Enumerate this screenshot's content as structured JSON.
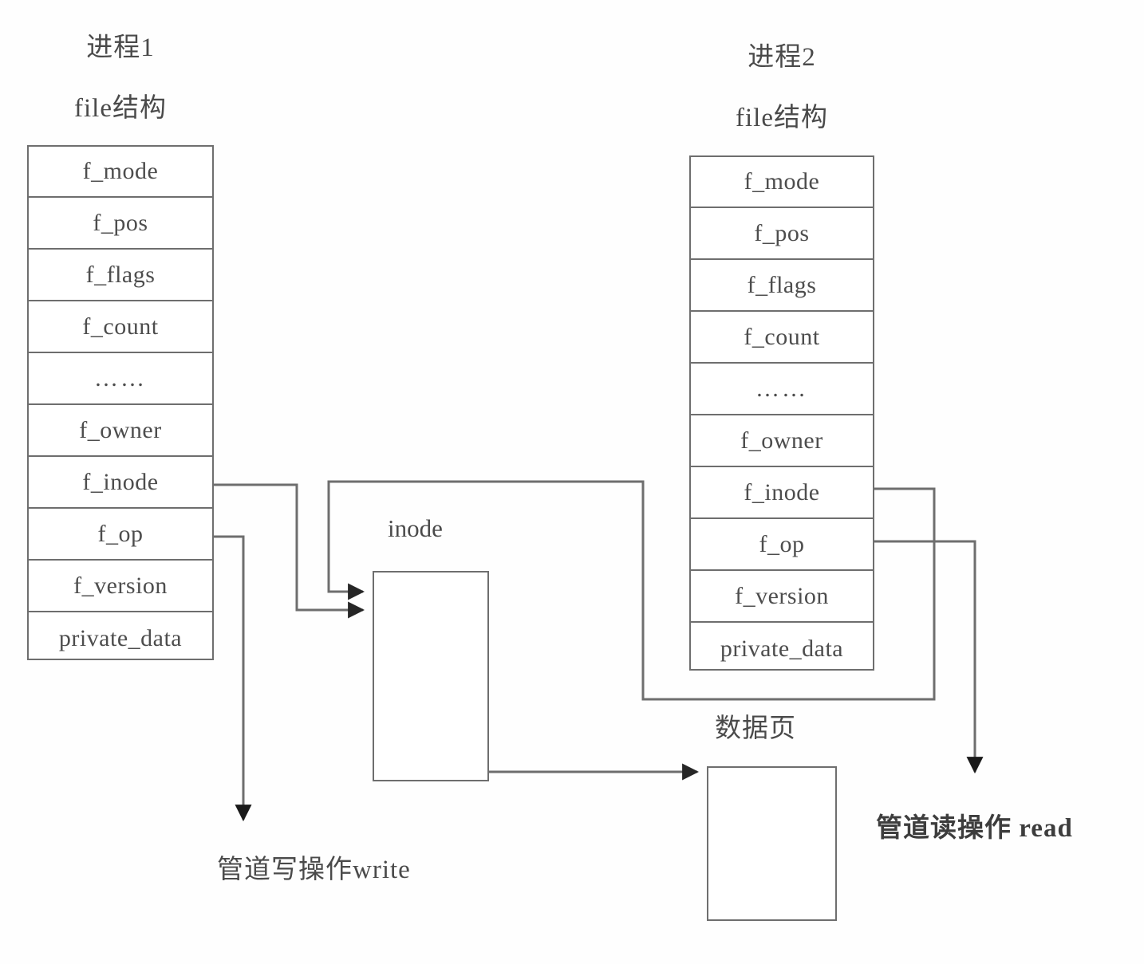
{
  "diagram": {
    "title_note": "Linux pipe implementation: two processes sharing one inode and data page",
    "process1": {
      "process_label": "进程1",
      "struct_label": "file结构",
      "fields": [
        "f_mode",
        "f_pos",
        "f_flags",
        "f_count",
        "……",
        "f_owner",
        "f_inode",
        "f_op",
        "f_version",
        "private_data"
      ]
    },
    "process2": {
      "process_label": "进程2",
      "struct_label": "file结构",
      "fields": [
        "f_mode",
        "f_pos",
        "f_flags",
        "f_count",
        "……",
        "f_owner",
        "f_inode",
        "f_op",
        "f_version",
        "private_data"
      ]
    },
    "inode": {
      "label": "inode"
    },
    "data_page": {
      "label": "数据页"
    },
    "write_op": {
      "label": "管道写操作write"
    },
    "read_op": {
      "label": "管道读操作 read"
    },
    "colors": {
      "ink": "#4a4a4a",
      "line": "#6e6e6e",
      "background": "#fefefe"
    }
  }
}
